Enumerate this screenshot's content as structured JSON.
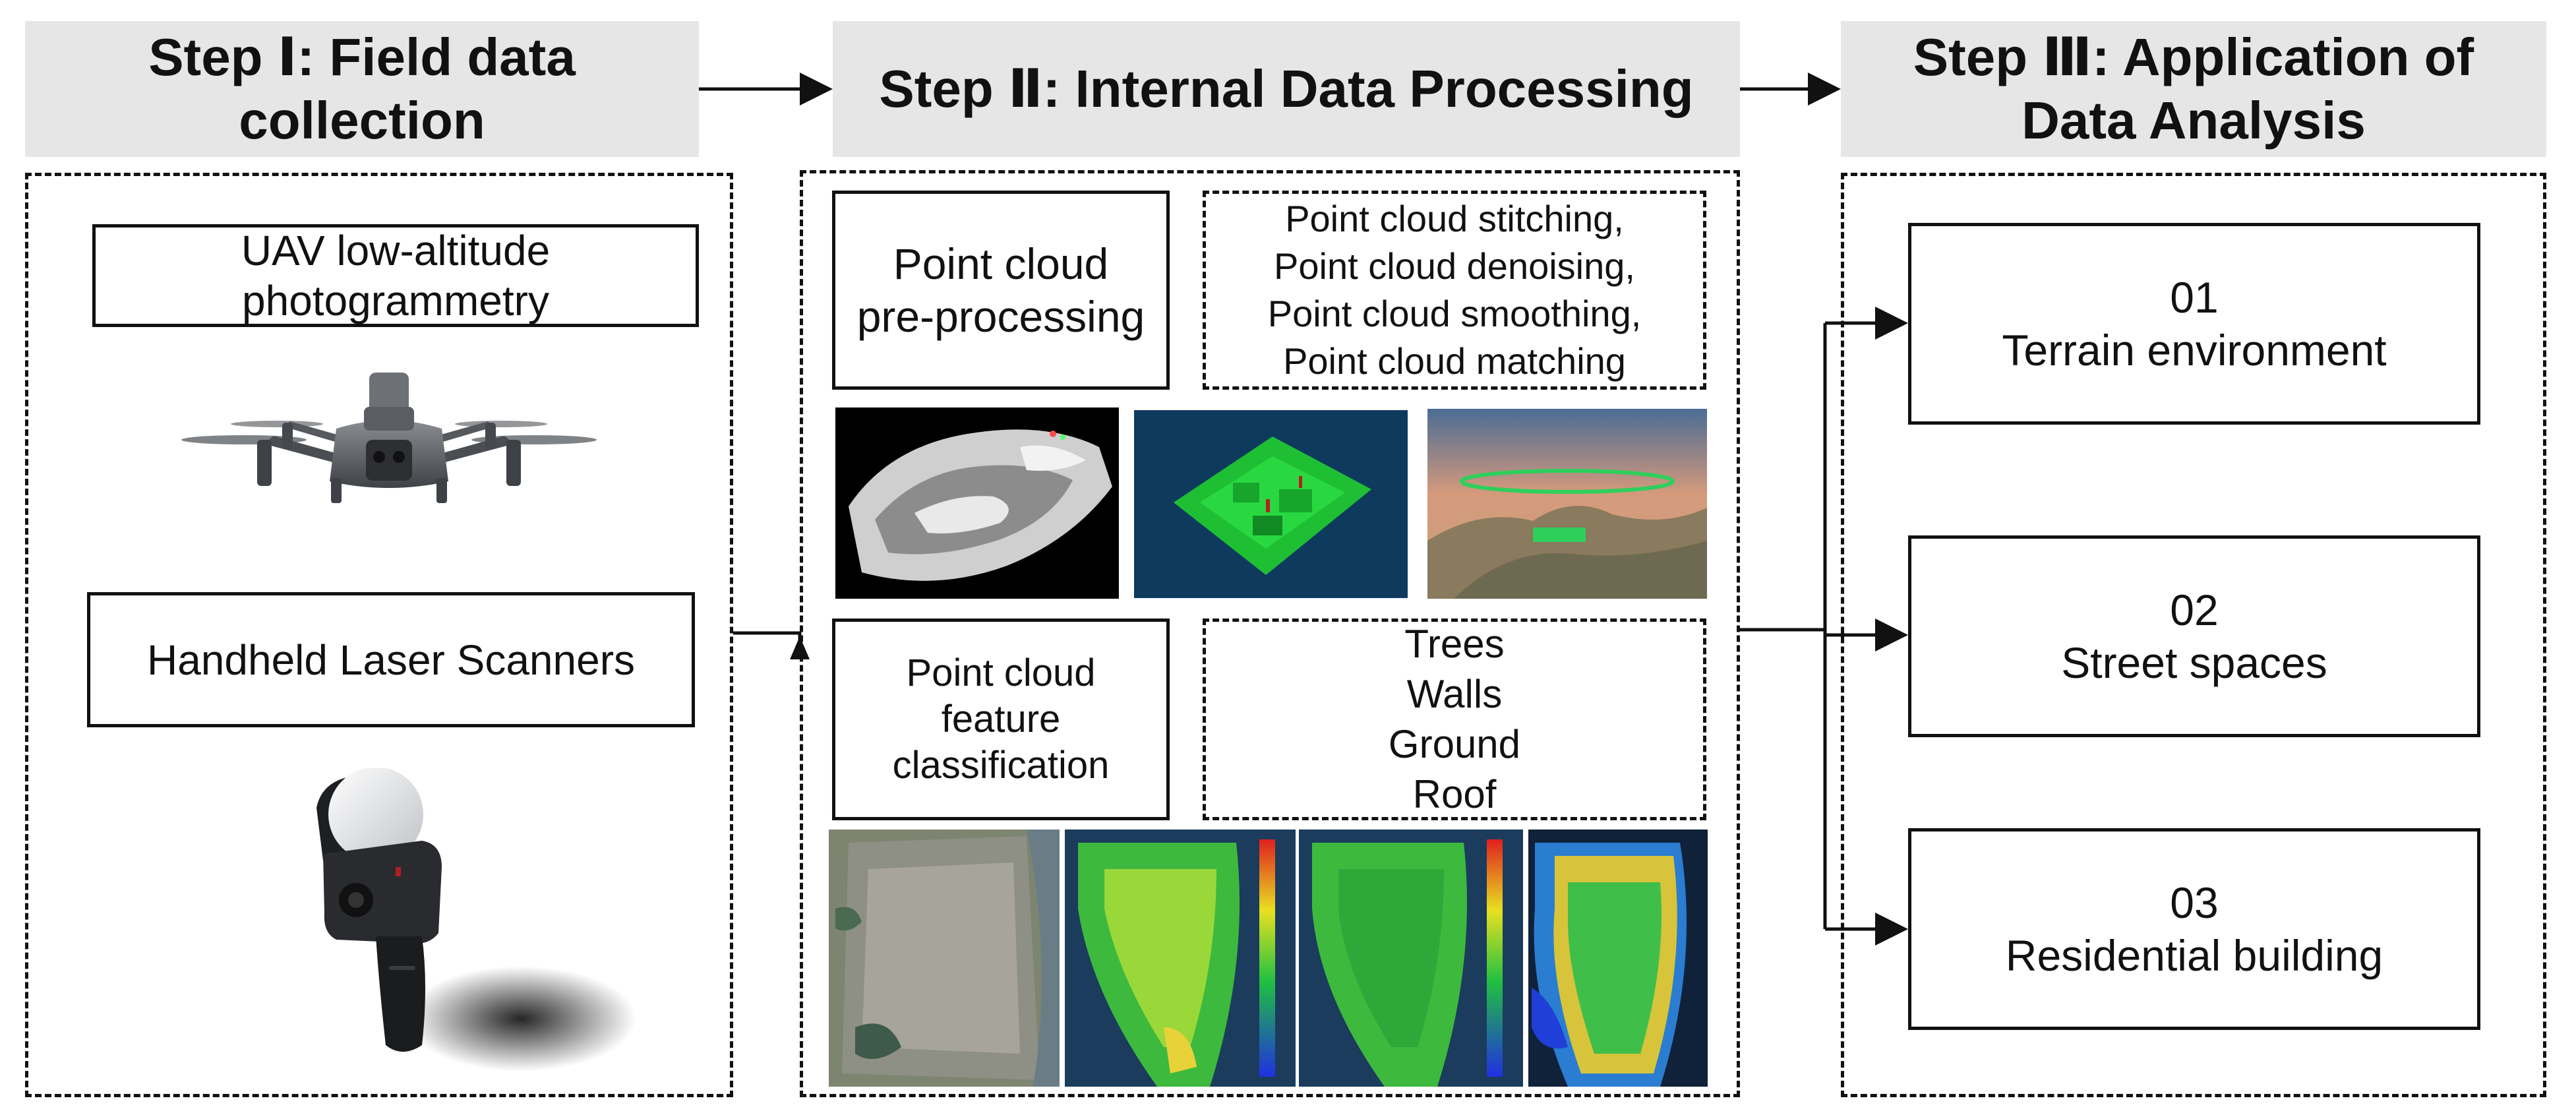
{
  "steps": [
    {
      "title_line1": "Step Ⅰ: Field data",
      "title_line2": "collection"
    },
    {
      "title": "Step Ⅱ: Internal Data Processing"
    },
    {
      "title_line1": "Step Ⅲ: Application of",
      "title_line2": "Data Analysis"
    }
  ],
  "step1": {
    "uav_line1": "UAV low-altitude",
    "uav_line2": "photogrammetry",
    "handheld": "Handheld Laser Scanners"
  },
  "step2": {
    "preprocess_line1": "Point cloud",
    "preprocess_line2": "pre-processing",
    "ops": [
      "Point cloud stitching,",
      "Point cloud denoising,",
      "Point cloud smoothing,",
      "Point cloud matching"
    ],
    "classify_lines": [
      "Point cloud",
      "feature",
      "classification"
    ],
    "classes": [
      "Trees",
      "Walls",
      "Ground",
      "Roof"
    ]
  },
  "step3": {
    "items": [
      {
        "num": "01",
        "label": "Terrain environment"
      },
      {
        "num": "02",
        "label": "Street spaces"
      },
      {
        "num": "03",
        "label": "Residential building"
      }
    ]
  },
  "colors": {
    "header_bg": "#e6e6e6",
    "point_green": "#22c33a",
    "drone_gray": "#55585c",
    "scanner_dark": "#2a2b2e"
  }
}
